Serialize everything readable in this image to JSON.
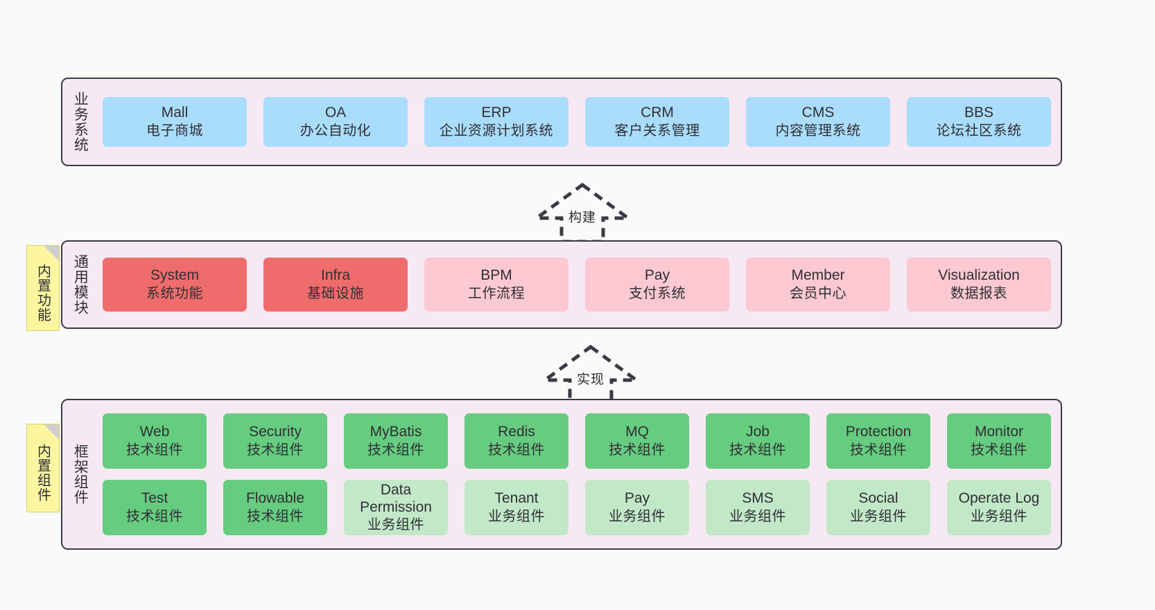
{
  "diagram": {
    "background_color": "#fafafa",
    "panel_color": "#f7e9f4",
    "border_color": "#3a3a44"
  },
  "layers": [
    {
      "id": "business",
      "title": "业务系统",
      "rows": [
        {
          "boxes": [
            {
              "en": "Mall",
              "cn": "电子商城",
              "fill": "#aadcfb",
              "style": "fill-blue"
            },
            {
              "en": "OA",
              "cn": "办公自动化",
              "fill": "#aadcfb",
              "style": "fill-blue"
            },
            {
              "en": "ERP",
              "cn": "企业资源计划系统",
              "fill": "#aadcfb",
              "style": "fill-blue"
            },
            {
              "en": "CRM",
              "cn": "客户关系管理",
              "fill": "#aadcfb",
              "style": "fill-blue"
            },
            {
              "en": "CMS",
              "cn": "内容管理系统",
              "fill": "#aadcfb",
              "style": "fill-blue"
            },
            {
              "en": "BBS",
              "cn": "论坛社区系统",
              "fill": "#aadcfb",
              "style": "fill-blue"
            }
          ]
        }
      ]
    },
    {
      "id": "common",
      "title": "通用模块",
      "note": "内置功能",
      "rows": [
        {
          "boxes": [
            {
              "en": "System",
              "cn": "系统功能",
              "fill": "#ef6c6c",
              "style": "fill-red"
            },
            {
              "en": "Infra",
              "cn": "基础设施",
              "fill": "#ef6c6c",
              "style": "fill-red"
            },
            {
              "en": "BPM",
              "cn": "工作流程",
              "fill": "#fcc8d2",
              "style": "fill-pink"
            },
            {
              "en": "Pay",
              "cn": "支付系统",
              "fill": "#fcc8d2",
              "style": "fill-pink"
            },
            {
              "en": "Member",
              "cn": "会员中心",
              "fill": "#fcc8d2",
              "style": "fill-pink"
            },
            {
              "en": "Visualization",
              "cn": "数据报表",
              "fill": "#fcc8d2",
              "style": "fill-pink"
            }
          ]
        }
      ]
    },
    {
      "id": "framework",
      "title": "框架组件",
      "note": "内置组件",
      "rows": [
        {
          "boxes": [
            {
              "en": "Web",
              "cn": "技术组件",
              "fill": "#66cc80",
              "style": "fill-green"
            },
            {
              "en": "Security",
              "cn": "技术组件",
              "fill": "#66cc80",
              "style": "fill-green"
            },
            {
              "en": "MyBatis",
              "cn": "技术组件",
              "fill": "#66cc80",
              "style": "fill-green"
            },
            {
              "en": "Redis",
              "cn": "技术组件",
              "fill": "#66cc80",
              "style": "fill-green"
            },
            {
              "en": "MQ",
              "cn": "技术组件",
              "fill": "#66cc80",
              "style": "fill-green"
            },
            {
              "en": "Job",
              "cn": "技术组件",
              "fill": "#66cc80",
              "style": "fill-green"
            },
            {
              "en": "Protection",
              "cn": "技术组件",
              "fill": "#66cc80",
              "style": "fill-green"
            },
            {
              "en": "Monitor",
              "cn": "技术组件",
              "fill": "#66cc80",
              "style": "fill-green"
            }
          ]
        },
        {
          "boxes": [
            {
              "en": "Test",
              "cn": "技术组件",
              "fill": "#66cc80",
              "style": "fill-green"
            },
            {
              "en": "Flowable",
              "cn": "技术组件",
              "fill": "#66cc80",
              "style": "fill-green"
            },
            {
              "en": "Data Permission",
              "cn": "业务组件",
              "fill": "#c2e8c8",
              "style": "fill-lightgreen"
            },
            {
              "en": "Tenant",
              "cn": "业务组件",
              "fill": "#c2e8c8",
              "style": "fill-lightgreen"
            },
            {
              "en": "Pay",
              "cn": "业务组件",
              "fill": "#c2e8c8",
              "style": "fill-lightgreen"
            },
            {
              "en": "SMS",
              "cn": "业务组件",
              "fill": "#c2e8c8",
              "style": "fill-lightgreen"
            },
            {
              "en": "Social",
              "cn": "业务组件",
              "fill": "#c2e8c8",
              "style": "fill-lightgreen"
            },
            {
              "en": "Operate Log",
              "cn": "业务组件",
              "fill": "#c2e8c8",
              "style": "fill-lightgreen"
            }
          ]
        }
      ]
    }
  ],
  "arrows": [
    {
      "id": "build",
      "label": "构建",
      "from": "common",
      "to": "business"
    },
    {
      "id": "impl",
      "label": "实现",
      "from": "framework",
      "to": "common"
    }
  ]
}
